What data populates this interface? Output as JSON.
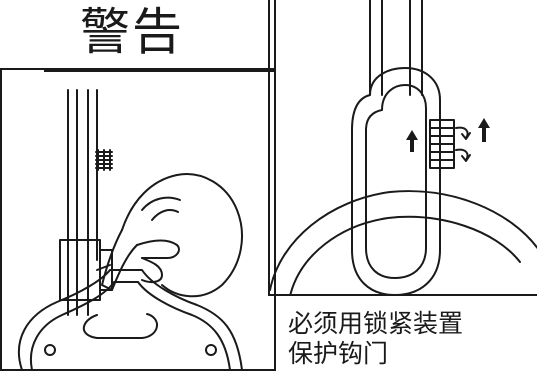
{
  "title": "警告",
  "caption": {
    "line1": "必须用锁紧装置",
    "line2": "保护钩门"
  }
}
